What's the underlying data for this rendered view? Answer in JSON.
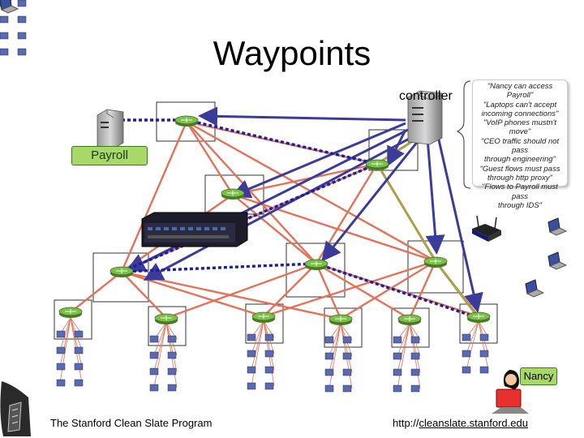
{
  "title": "Waypoints",
  "labels": {
    "controller": "controller",
    "payroll": "Payroll",
    "nancy": "Nancy"
  },
  "policies": [
    "\"Nancy can access Payroll\"",
    "\"Laptops can't accept",
    "incoming connections\"",
    "\"VoIP phones mustn't move\"",
    "\"CEO traffic should not pass",
    "through engineering\"",
    "\"Guest flows must pass",
    "through http proxy\"",
    "\"Flows to Payroll must pass",
    "through IDS\""
  ],
  "footer": {
    "left": "The Stanford Clean Slate Program",
    "right_prefix": "http://",
    "right_link": "cleanslate.stanford.edu"
  },
  "colors": {
    "link_line": "#e2735a",
    "control_arrow": "#3b3b9a",
    "path_dotted": "#1e1ea0",
    "path_olive": "#a7a24a",
    "switch_green": "#7cc04a",
    "label_green": "#a8d86a"
  },
  "icons": [
    "server-icon",
    "controller-server-icon",
    "switch-icon",
    "wireless-router-icon",
    "laptop-icon",
    "host-pc-icon",
    "ids-appliance-icon",
    "user-nancy-icon",
    "stanford-logo-icon"
  ]
}
